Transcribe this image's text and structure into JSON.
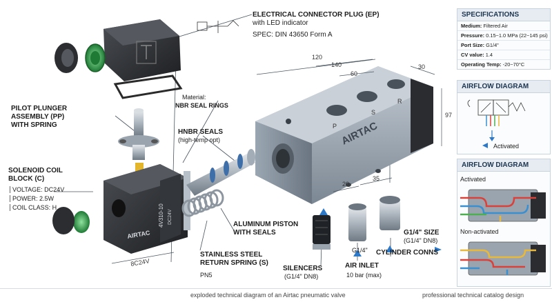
{
  "labels": {
    "ep_title": "ELECTRICAL CONNECTOR PLUG (EP)",
    "ep_sub": "with LED indicator",
    "ep_spec": "SPEC: DIN 43650 Form A",
    "material_label": "Material:",
    "material_value": "NBR SEAL RINGS",
    "pp_line1": "PILOT PLUNGER",
    "pp_line2": "ASSEMBLY (PP)",
    "pp_line3": "WITH SPRING",
    "hnbr_title": "HNBR SEALS",
    "hnbr_sub": "(high-temp opt)",
    "coil_line1": "SOLENOID COIL",
    "coil_line2": "BLOCK (C)",
    "coil_voltage": "VOLTAGE: DC24V",
    "coil_power": "POWER: 2.5W",
    "coil_class": "COIL CLASS: H",
    "piston_line1": "ALUMINUM PISTON",
    "piston_line2": "WITH SEALS",
    "spring_line1": "STAINLESS STEEL",
    "spring_line2": "RETURN SPRING (S)",
    "spring_pn": "PN5",
    "silencers_title": "SILENCERS",
    "silencers_sub": "(G1/4\" DN8)",
    "inlet_g": "G1/4\"",
    "inlet_title": "AIR INLET",
    "inlet_sub": "10 bar (max)",
    "g14_title": "G1/4\" SIZE",
    "g14_sub": "(G1/4\" DN8)",
    "cyl_title": "CYLINDER CONNS",
    "coil_dim": "8C24V",
    "footer_center": "exploded technical diagram of an Airtac pneumatic valve",
    "footer_right": "professional technical catalog design"
  },
  "brand": {
    "body_brand": "AIRTAC",
    "coil_brand": "AIRTAC",
    "coil_model": "4V310-10",
    "coil_text": "DC24V"
  },
  "dimensions": {
    "d120": "120",
    "d140": "140",
    "d60": "60",
    "d30": "30",
    "d97": "97",
    "d20": "20",
    "d35": "35",
    "port_p": "P",
    "port_s": "S",
    "port_r": "R"
  },
  "specifications": {
    "title": "SPECIFICATIONS",
    "rows": [
      {
        "key": "Medium:",
        "value": "Filtered Air"
      },
      {
        "key": "Pressure:",
        "value": "0.15~1.0 MPa (22~145 psi)"
      },
      {
        "key": "Port Size:",
        "value": "G1/4\""
      },
      {
        "key": "CV value:",
        "value": "1.4"
      },
      {
        "key": "Operating Temp:",
        "value": "-20~70°C"
      }
    ]
  },
  "airflow_top": {
    "title": "AIRFLOW DIAGRAM",
    "activated": "Activated"
  },
  "airflow_bottom": {
    "title": "AIRFLOW DIAGRAM",
    "activated": "Activated",
    "non_activated": "Non-activated"
  },
  "colors": {
    "panel_header": "#e6ecf2",
    "valve_body": "#8e9aa6",
    "coil_black": "#2a2c30",
    "led_green": "#3fae5a",
    "flow_red": "#d9413b",
    "flow_blue": "#3a8fd1",
    "flow_yellow": "#e8b83a",
    "flow_green": "#4caf50"
  }
}
